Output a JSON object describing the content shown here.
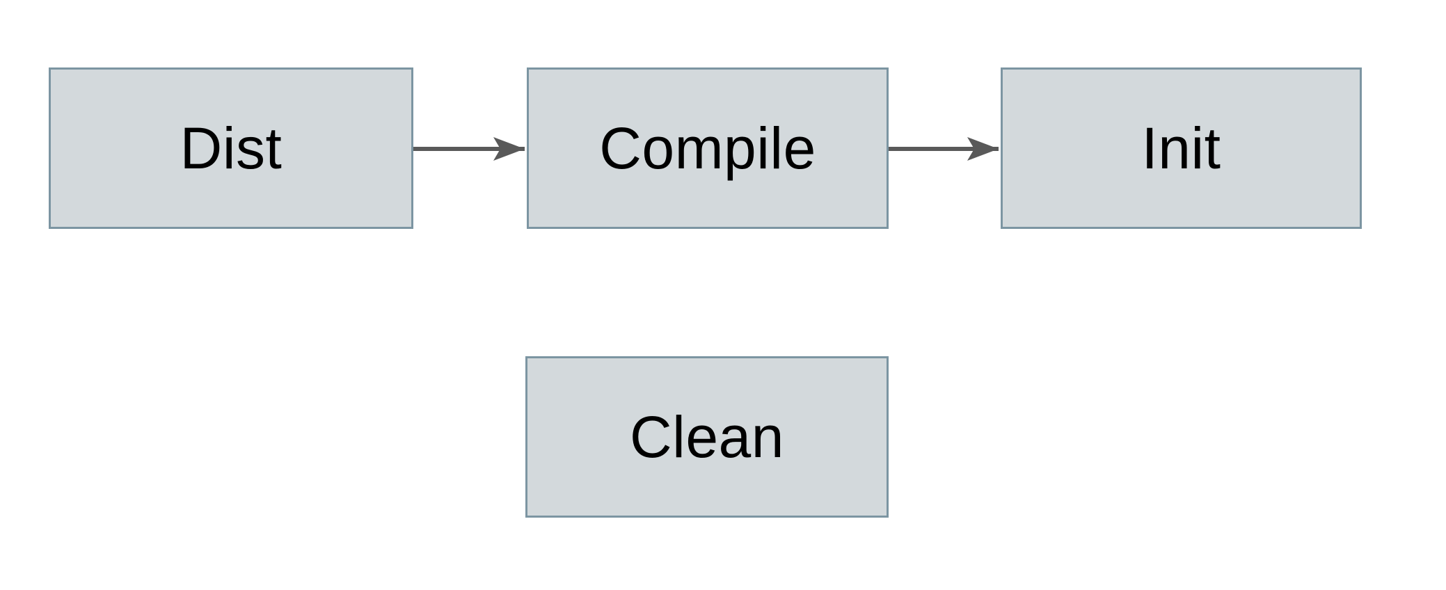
{
  "diagram": {
    "nodes": [
      {
        "id": "dist",
        "label": "Dist"
      },
      {
        "id": "compile",
        "label": "Compile"
      },
      {
        "id": "init",
        "label": "Init"
      },
      {
        "id": "clean",
        "label": "Clean"
      }
    ],
    "edges": [
      {
        "from": "dist",
        "to": "compile"
      },
      {
        "from": "compile",
        "to": "init"
      }
    ],
    "colors": {
      "node_fill": "#d3d9dc",
      "node_border": "#7c95a2",
      "arrow": "#595959",
      "label_text": "#000000",
      "background": "#ffffff"
    }
  }
}
